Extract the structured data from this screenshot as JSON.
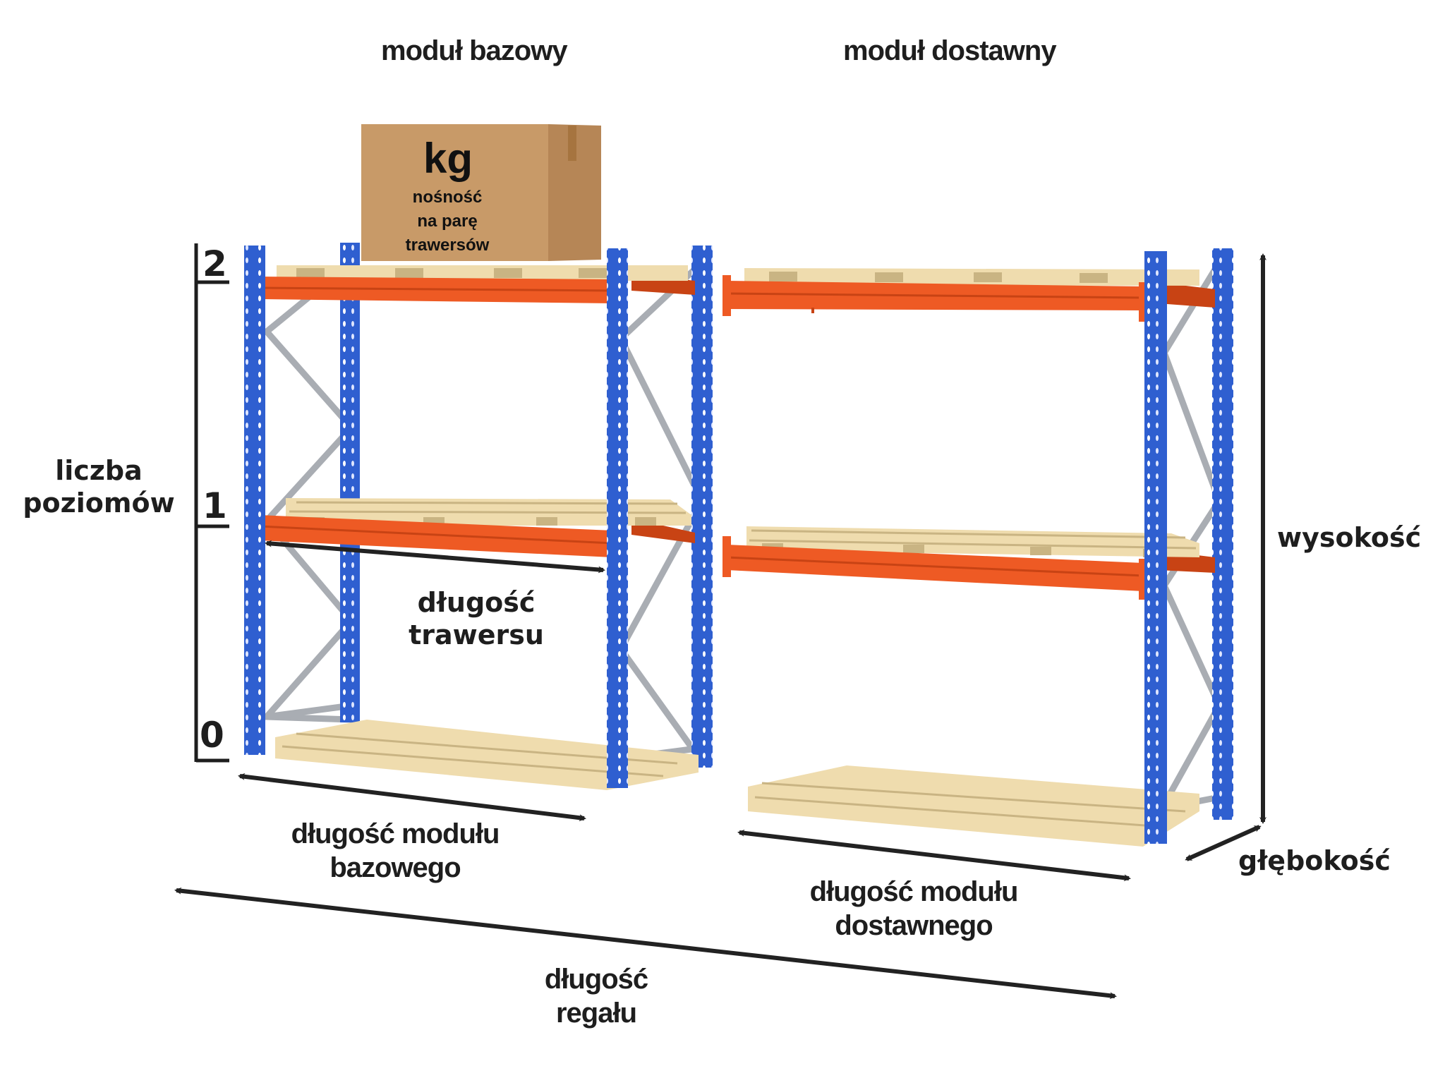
{
  "modules": {
    "base_title": "moduł bazowy",
    "addon_title": "moduł dostawny"
  },
  "box": {
    "unit": "kg",
    "lines": [
      "nośność",
      "na parę",
      "trawersów"
    ]
  },
  "levels": {
    "label_lines": [
      "liczba",
      "poziomów"
    ],
    "values": [
      "2",
      "1",
      "0"
    ]
  },
  "dimensions": {
    "beam_length": [
      "długość",
      "trawersu"
    ],
    "base_module_length": [
      "długość modułu",
      "bazowego"
    ],
    "addon_module_length": [
      "długość modułu",
      "dostawnego"
    ],
    "rack_length": [
      "długość",
      "regału"
    ],
    "height": "wysokość",
    "depth": "głębokość"
  },
  "colors": {
    "upright": "#2f5fd0",
    "upright_dark": "#1f3f9e",
    "beam": "#ee5a24",
    "beam_dark": "#c84314",
    "pallet": "#efdcae",
    "pallet_dark": "#c9b483",
    "brace": "#a9adb3",
    "box": "#c89a68",
    "box_side": "#b68656",
    "arrow": "#222222"
  }
}
